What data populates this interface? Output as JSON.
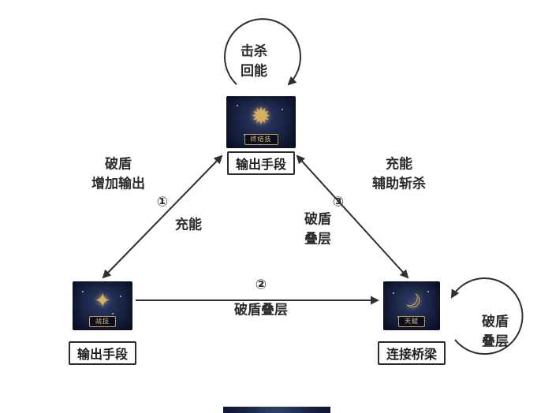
{
  "nodes": {
    "top": {
      "badge": "终结技",
      "label": "输出手段"
    },
    "left": {
      "badge": "战技",
      "label": "输出手段"
    },
    "right": {
      "badge": "天赋",
      "label": "连接桥梁"
    }
  },
  "edges": {
    "top_loop": {
      "line1": "击杀",
      "line2": "回能"
    },
    "left": {
      "label_up": [
        "破盾",
        "增加输出"
      ],
      "number": "①",
      "label_down": "充能"
    },
    "right": {
      "label_up": [
        "充能",
        "辅助斩杀"
      ],
      "number": "③",
      "label_down": [
        "破盾",
        "叠层"
      ]
    },
    "bottom": {
      "number": "②",
      "label": "破盾叠层"
    },
    "right_loop": {
      "line1": "破盾",
      "line2": "叠层"
    }
  },
  "colors": {
    "arrow": "#2f2f2f",
    "text": "#2b2b2b",
    "node_background": "#16203f",
    "gold_accent": "#d8ae5f",
    "label_border": "#2b2b2b",
    "background": "#ffffff"
  }
}
